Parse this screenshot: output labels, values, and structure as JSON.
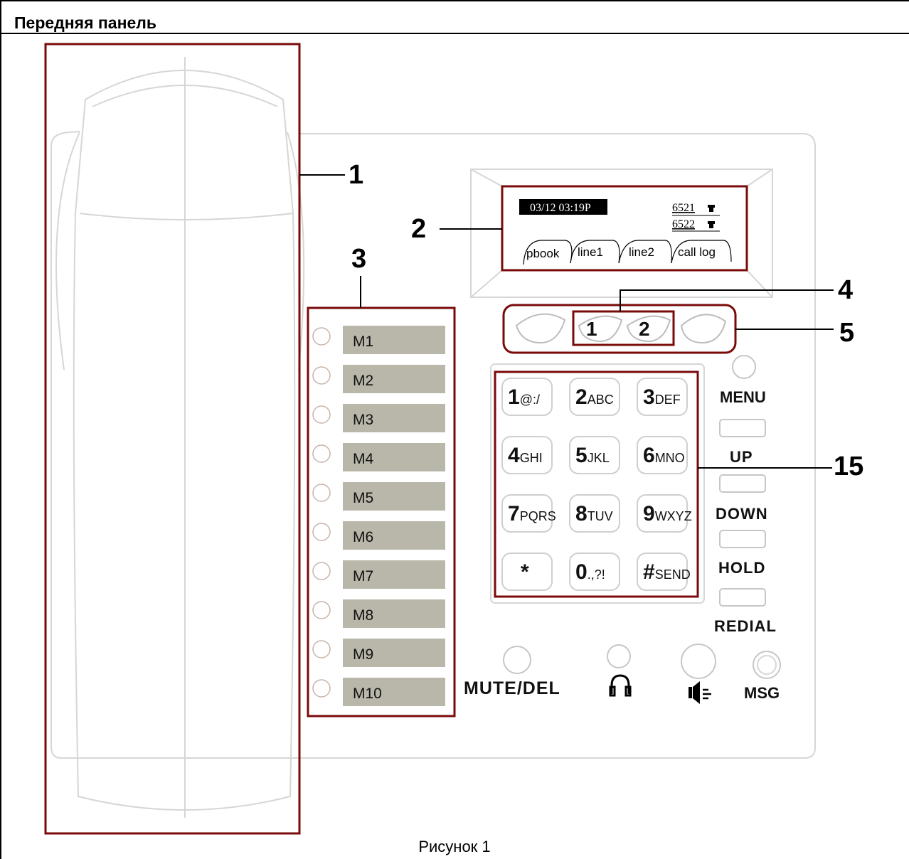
{
  "header": {
    "title": "Передняя панель"
  },
  "callouts": [
    "1",
    "2",
    "3",
    "4",
    "5",
    "15"
  ],
  "display": {
    "datetime": "03/12 03:19P",
    "lines": [
      "6521",
      "6522"
    ],
    "tabs": [
      "pbook",
      "line1",
      "line2",
      "call log"
    ]
  },
  "line_keys": [
    "1",
    "2"
  ],
  "memory_keys": [
    "M1",
    "M2",
    "M3",
    "M4",
    "M5",
    "M6",
    "M7",
    "M8",
    "M9",
    "M10"
  ],
  "keypad": [
    {
      "num": "1",
      "sub": "@:/"
    },
    {
      "num": "2",
      "sub": "ABC"
    },
    {
      "num": "3",
      "sub": "DEF"
    },
    {
      "num": "4",
      "sub": "GHI"
    },
    {
      "num": "5",
      "sub": "JKL"
    },
    {
      "num": "6",
      "sub": "MNO"
    },
    {
      "num": "7",
      "sub": "PQRS"
    },
    {
      "num": "8",
      "sub": "TUV"
    },
    {
      "num": "9",
      "sub": "WXYZ"
    },
    {
      "num": "*",
      "sub": ""
    },
    {
      "num": "0",
      "sub": ".,?!"
    },
    {
      "num": "#",
      "sub": "SEND"
    }
  ],
  "function_keys": [
    "MENU",
    "UP",
    "DOWN",
    "HOLD",
    "REDIAL"
  ],
  "bottom_keys": [
    "MUTE/DEL",
    "MSG"
  ],
  "colors": {
    "highlight": "#7a0a0a",
    "memory_label_bg": "#b9b7a9",
    "outline": "#d8d8d8"
  },
  "icons": [
    "headset-icon",
    "speaker-icon",
    "phone-icon"
  ],
  "caption": "Рисунок 1"
}
